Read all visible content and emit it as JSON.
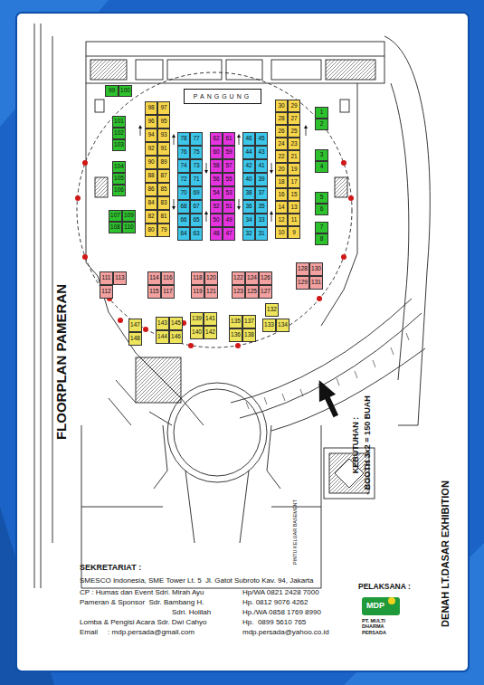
{
  "diagram": {
    "title": "FLOORPLAN PAMERAN",
    "nodes": [
      {
        "text": [
          "PANGGUNG"
        ]
      },
      {
        "text": [
          "1"
        ]
      },
      {
        "text": [
          "2"
        ]
      },
      {
        "text": [
          "3"
        ]
      },
      {
        "text": [
          "4"
        ]
      },
      {
        "text": [
          "5"
        ]
      },
      {
        "text": [
          "6"
        ]
      },
      {
        "text": [
          "7"
        ]
      },
      {
        "text": [
          "8"
        ]
      },
      {
        "text": [
          "30"
        ]
      },
      {
        "text": [
          "28"
        ]
      },
      {
        "text": [
          "26"
        ]
      },
      {
        "text": [
          "24"
        ]
      },
      {
        "text": [
          "22"
        ]
      },
      {
        "text": [
          "20"
        ]
      },
      {
        "text": [
          "18"
        ]
      },
      {
        "text": [
          "16"
        ]
      },
      {
        "text": [
          "14"
        ]
      },
      {
        "text": [
          "12"
        ]
      },
      {
        "text": [
          "10"
        ]
      },
      {
        "text": [
          "29"
        ]
      },
      {
        "text": [
          "27"
        ]
      },
      {
        "text": [
          "25"
        ]
      },
      {
        "text": [
          "23"
        ]
      },
      {
        "text": [
          "21"
        ]
      },
      {
        "text": [
          "19"
        ]
      },
      {
        "text": [
          "17"
        ]
      },
      {
        "text": [
          "15"
        ]
      },
      {
        "text": [
          "13"
        ]
      },
      {
        "text": [
          "11"
        ]
      },
      {
        "text": [
          "9"
        ]
      },
      {
        "text": [
          "46"
        ]
      },
      {
        "text": [
          "44"
        ]
      },
      {
        "text": [
          "42"
        ]
      },
      {
        "text": [
          "40"
        ]
      },
      {
        "text": [
          "38"
        ]
      },
      {
        "text": [
          "36"
        ]
      },
      {
        "text": [
          "34"
        ]
      },
      {
        "text": [
          "32"
        ]
      },
      {
        "text": [
          "45"
        ]
      },
      {
        "text": [
          "43"
        ]
      },
      {
        "text": [
          "41"
        ]
      },
      {
        "text": [
          "39"
        ]
      },
      {
        "text": [
          "37"
        ]
      },
      {
        "text": [
          "35"
        ]
      },
      {
        "text": [
          "33"
        ]
      },
      {
        "text": [
          "31"
        ]
      },
      {
        "text": [
          "62"
        ]
      },
      {
        "text": [
          "60"
        ]
      },
      {
        "text": [
          "58"
        ]
      },
      {
        "text": [
          "56"
        ]
      },
      {
        "text": [
          "54"
        ]
      },
      {
        "text": [
          "52"
        ]
      },
      {
        "text": [
          "50"
        ]
      },
      {
        "text": [
          "48"
        ]
      },
      {
        "text": [
          "61"
        ]
      },
      {
        "text": [
          "59"
        ]
      },
      {
        "text": [
          "57"
        ]
      },
      {
        "text": [
          "55"
        ]
      },
      {
        "text": [
          "53"
        ]
      },
      {
        "text": [
          "51"
        ]
      },
      {
        "text": [
          "49"
        ]
      },
      {
        "text": [
          "47"
        ]
      },
      {
        "text": [
          "78"
        ]
      },
      {
        "text": [
          "76"
        ]
      },
      {
        "text": [
          "74"
        ]
      },
      {
        "text": [
          "72"
        ]
      },
      {
        "text": [
          "70"
        ]
      },
      {
        "text": [
          "68"
        ]
      },
      {
        "text": [
          "66"
        ]
      },
      {
        "text": [
          "64"
        ]
      },
      {
        "text": [
          "77"
        ]
      },
      {
        "text": [
          "75"
        ]
      },
      {
        "text": [
          "73"
        ]
      },
      {
        "text": [
          "71"
        ]
      },
      {
        "text": [
          "69"
        ]
      },
      {
        "text": [
          "67"
        ]
      },
      {
        "text": [
          "65"
        ]
      },
      {
        "text": [
          "63"
        ]
      },
      {
        "text": [
          "98"
        ]
      },
      {
        "text": [
          "96"
        ]
      },
      {
        "text": [
          "94"
        ]
      },
      {
        "text": [
          "92"
        ]
      },
      {
        "text": [
          "90"
        ]
      },
      {
        "text": [
          "88"
        ]
      },
      {
        "text": [
          "86"
        ]
      },
      {
        "text": [
          "84"
        ]
      },
      {
        "text": [
          "82"
        ]
      },
      {
        "text": [
          "80"
        ]
      },
      {
        "text": [
          "97"
        ]
      },
      {
        "text": [
          "95"
        ]
      },
      {
        "text": [
          "93"
        ]
      },
      {
        "text": [
          "91"
        ]
      },
      {
        "text": [
          "89"
        ]
      },
      {
        "text": [
          "87"
        ]
      },
      {
        "text": [
          "85"
        ]
      },
      {
        "text": [
          "83"
        ]
      },
      {
        "text": [
          "81"
        ]
      },
      {
        "text": [
          "79"
        ]
      },
      {
        "text": [
          "99"
        ]
      },
      {
        "text": [
          "100"
        ]
      },
      {
        "text": [
          "101"
        ]
      },
      {
        "text": [
          "102"
        ]
      },
      {
        "text": [
          "103"
        ]
      },
      {
        "text": [
          "104"
        ]
      },
      {
        "text": [
          "105"
        ]
      },
      {
        "text": [
          "106"
        ]
      },
      {
        "text": [
          "107"
        ]
      },
      {
        "text": [
          "108"
        ]
      },
      {
        "text": [
          "109"
        ]
      },
      {
        "text": [
          "110"
        ]
      },
      {
        "text": [
          "111"
        ]
      },
      {
        "text": [
          "112"
        ]
      },
      {
        "text": [
          "113"
        ]
      },
      {
        "text": [
          "114"
        ]
      },
      {
        "text": [
          "115"
        ]
      },
      {
        "text": [
          "116"
        ]
      },
      {
        "text": [
          "117"
        ]
      },
      {
        "text": [
          "118"
        ]
      },
      {
        "text": [
          "119"
        ]
      },
      {
        "text": [
          "120"
        ]
      },
      {
        "text": [
          "121"
        ]
      },
      {
        "text": [
          "122"
        ]
      },
      {
        "text": [
          "123"
        ]
      },
      {
        "text": [
          "124"
        ]
      },
      {
        "text": [
          "125"
        ]
      },
      {
        "text": [
          "126"
        ]
      },
      {
        "text": [
          "127"
        ]
      },
      {
        "text": [
          "128"
        ]
      },
      {
        "text": [
          "129"
        ]
      },
      {
        "text": [
          "130"
        ]
      },
      {
        "text": [
          "131"
        ]
      },
      {
        "text": [
          "132"
        ]
      },
      {
        "text": [
          "133"
        ]
      },
      {
        "text": [
          "134"
        ]
      },
      {
        "text": [
          "135"
        ]
      },
      {
        "text": [
          "136"
        ]
      },
      {
        "text": [
          "137"
        ]
      },
      {
        "text": [
          "138"
        ]
      },
      {
        "text": [
          "139"
        ]
      },
      {
        "text": [
          "140"
        ]
      },
      {
        "text": [
          "141"
        ]
      },
      {
        "text": [
          "142"
        ]
      },
      {
        "text": [
          "143"
        ]
      },
      {
        "text": [
          "144"
        ]
      },
      {
        "text": [
          "145"
        ]
      },
      {
        "text": [
          "146"
        ]
      },
      {
        "text": [
          "147"
        ]
      },
      {
        "text": [
          "148"
        ]
      }
    ],
    "labels": [
      "PINTU KELUAR BASEMENT",
      "KEBUTUHAN :",
      "- BOOTH 3x2 = 150 BUAH",
      "DENAH LT.DASAR EXHIBITION",
      "SEKRETARIAT :",
      "SMESCO Indonesia, SME Tower Lt. 5  Jl. Gatot Subroto Kav. 94, Jakarta",
      "CP : Humas dan Event Sdri. Mirah Ayu",
      "Hp/WA 0821 2428 7000",
      "Pameran & Sponsor  Sdr. Bambang H.",
      "Hp. 0812 9076 4262",
      "Sdri. Holilah",
      "Hp./WA 0858 1769 8990",
      "Lomba & Pengisi Acara Sdr. Dwi Cahyo",
      "Hp.  0899 5610 765",
      "Email     : mdp.persada@gmail.com",
      "mdp.persada@yahoo.co.id",
      "PELAKSANA :",
      "MDP",
      "PT. MULTI DHARMA PERSADA"
    ]
  }
}
